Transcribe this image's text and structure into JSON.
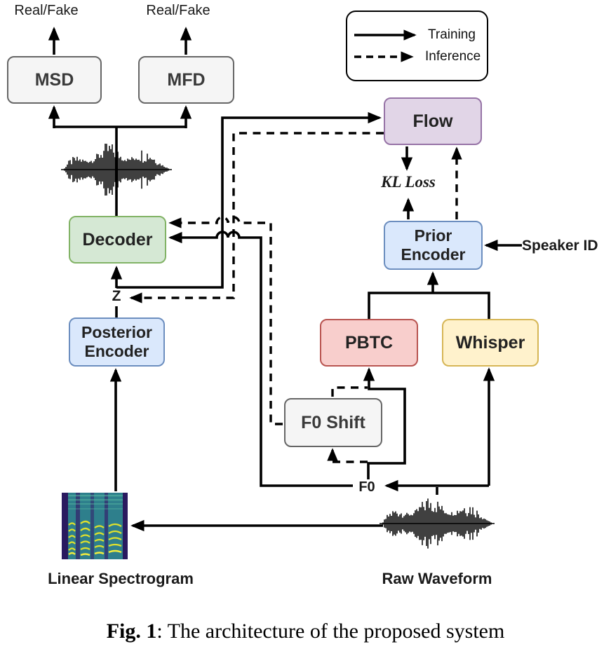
{
  "legend": {
    "training_label": "Training",
    "inference_label": "Inference"
  },
  "nodes": {
    "msd": {
      "label": "MSD"
    },
    "mfd": {
      "label": "MFD"
    },
    "decoder": {
      "label": "Decoder"
    },
    "posterior_encoder": {
      "line1": "Posterior",
      "line2": "Encoder"
    },
    "flow": {
      "label": "Flow"
    },
    "prior_encoder": {
      "line1": "Prior",
      "line2": "Encoder"
    },
    "pbtc": {
      "label": "PBTC"
    },
    "whisper": {
      "label": "Whisper"
    },
    "f0_shift": {
      "label": "F0 Shift"
    }
  },
  "labels": {
    "real_fake_left": "Real/Fake",
    "real_fake_right": "Real/Fake",
    "z": "Z",
    "f0": "F0",
    "kl_loss": "KL Loss",
    "speaker_id": "Speaker ID",
    "linear_spectrogram": "Linear Spectrogram",
    "raw_waveform": "Raw Waveform"
  },
  "caption": {
    "bold": "Fig. 1",
    "rest": ": The architecture of the proposed system"
  },
  "colors": {
    "decoder_fill": "#d5e8d4",
    "decoder_border": "#82b366",
    "encoder_fill": "#dae8fc",
    "encoder_border": "#6c8ebf",
    "flow_fill": "#e1d5e7",
    "flow_border": "#9673a6",
    "pbtc_fill": "#f8cecc",
    "pbtc_border": "#b85450",
    "whisper_fill": "#fff2cc",
    "whisper_border": "#d6b656",
    "gray_fill": "#f5f5f5",
    "gray_border": "#666666",
    "line": "#000000"
  }
}
